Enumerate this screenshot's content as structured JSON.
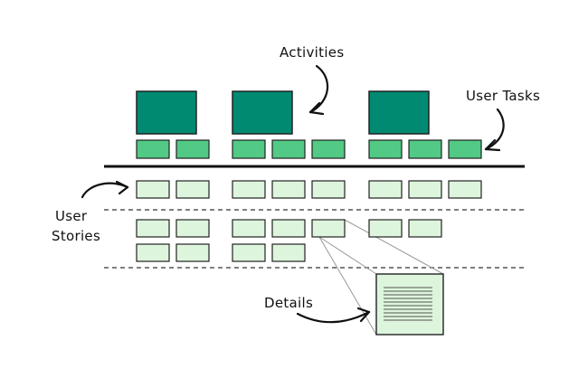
{
  "labels": {
    "activities": "Activities",
    "user_tasks": "User Tasks",
    "user_stories_line1": "User",
    "user_stories_line2": "Stories",
    "details": "Details"
  },
  "colors": {
    "activity_fill": "#008A72",
    "task_fill": "#52C984",
    "story_fill": "#DDF5DC",
    "outline": "#222222",
    "background": "#FFFFFF"
  },
  "diagram": {
    "activities_count": 3,
    "user_tasks_per_activity": [
      2,
      3,
      3
    ],
    "first_release_stories_per_activity": [
      2,
      3,
      3
    ],
    "later_release_story_rows_per_activity": [
      [
        2,
        2
      ],
      [
        3,
        2
      ],
      [
        2,
        0
      ]
    ],
    "detail_callout_from": "later release, activity 2, row 1, story 3"
  }
}
